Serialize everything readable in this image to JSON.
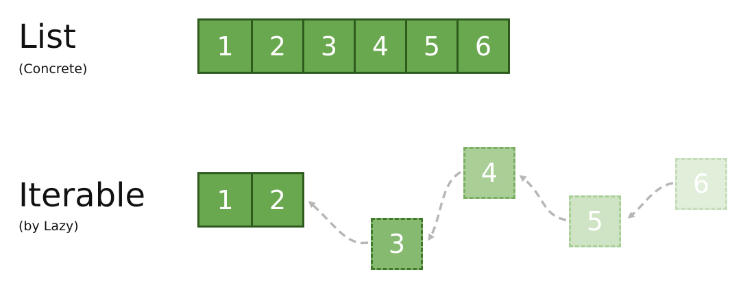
{
  "list": {
    "title": "List",
    "subtitle": "(Concrete)",
    "items": [
      "1",
      "2",
      "3",
      "4",
      "5",
      "6"
    ]
  },
  "iterable": {
    "title": "Iterable",
    "subtitle": "(by Lazy)",
    "produced": [
      "1",
      "2"
    ],
    "pending": [
      "3",
      "4",
      "5",
      "6"
    ]
  },
  "colors": {
    "solid_fill": "#6aa84f",
    "solid_border": "#2e5a1e",
    "arrow": "#b7b7b7"
  }
}
